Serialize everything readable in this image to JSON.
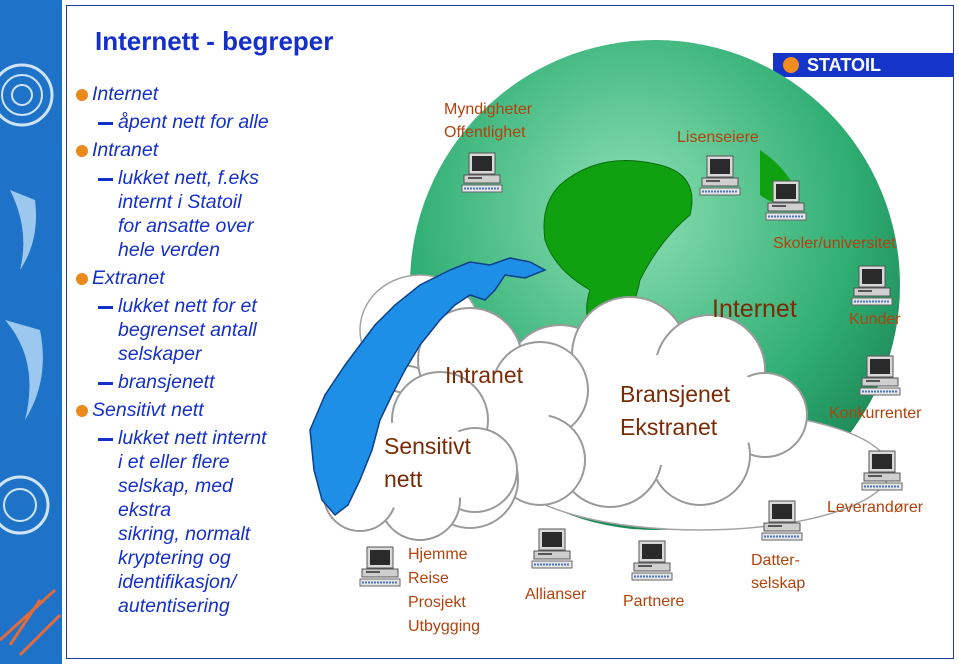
{
  "title": "Internett - begreper",
  "brand": "STATOIL",
  "bullets": {
    "b1": "Internet",
    "b1_1": "åpent nett for alle",
    "b2": "Intranet",
    "b2_1": [
      "lukket nett, f.eks",
      "internt i Statoil",
      "for ansatte over",
      "hele verden"
    ],
    "b3": "Extranet",
    "b3_1": [
      "lukket nett for et",
      "begrenset antall",
      "selskaper"
    ],
    "b3_2": "bransjenett",
    "b4": "Sensitivt nett",
    "b4_1": [
      "lukket nett internt",
      "i et eller flere",
      "selskap, med",
      "ekstra",
      "sikring, normalt",
      "kryptering og",
      "identifikasjon/",
      "autentisering"
    ]
  },
  "diagram": {
    "internet": "Internet",
    "intranet": "Intranet",
    "sensitivt": [
      "Sensitivt",
      "nett"
    ],
    "extranet": [
      "Bransjenet",
      "Ekstranet"
    ],
    "myndigheter": [
      "Myndigheter",
      "Offentlighet"
    ],
    "lisenseiere": "Lisenseiere",
    "skoler": "Skoler/universitet",
    "kunder": "Kunder",
    "konkurrenter": "Konkurrenter",
    "leverandorer": "Leverandører",
    "datterselskap": [
      "Datter-",
      "selskap"
    ],
    "partnere": "Partnere",
    "allianser": "Allianser",
    "hjemme": [
      "Hjemme",
      "Reise",
      "Prosjekt",
      "Utbygging"
    ]
  },
  "colors": {
    "title": "#1530c8",
    "bullet_dot": "#e88a1c",
    "globe": "#2fae73",
    "land": "#0fa10f",
    "norway": "#1e8fe6",
    "label": "#b2420c",
    "brand_bg": "#1535c9",
    "sidebar": "#1e73c8"
  },
  "icons": [
    "computer-icon",
    "globe-icon",
    "cloud-shape",
    "norway-map-icon",
    "statoil-logo-icon"
  ]
}
